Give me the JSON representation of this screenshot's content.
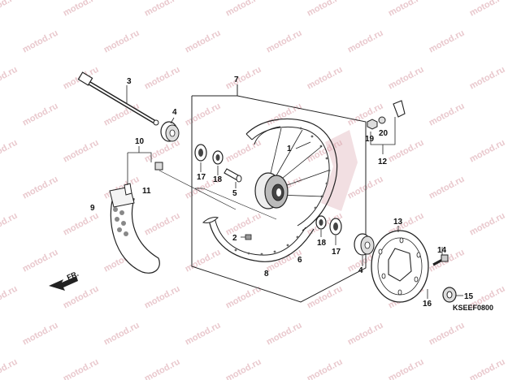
{
  "watermark": "motod.ru",
  "diagram_code": "KSEEF0800",
  "direction_label": "FR.",
  "callouts": {
    "c1": "1",
    "c2": "2",
    "c3": "3",
    "c4a": "4",
    "c4b": "4",
    "c5": "5",
    "c6": "6",
    "c7": "7",
    "c8": "8",
    "c9": "9",
    "c10": "10",
    "c11": "11",
    "c12": "12",
    "c13": "13",
    "c14": "14",
    "c15": "15",
    "c16": "16",
    "c17a": "17",
    "c17b": "17",
    "c18a": "18",
    "c18b": "18",
    "c19": "19",
    "c20": "20"
  }
}
